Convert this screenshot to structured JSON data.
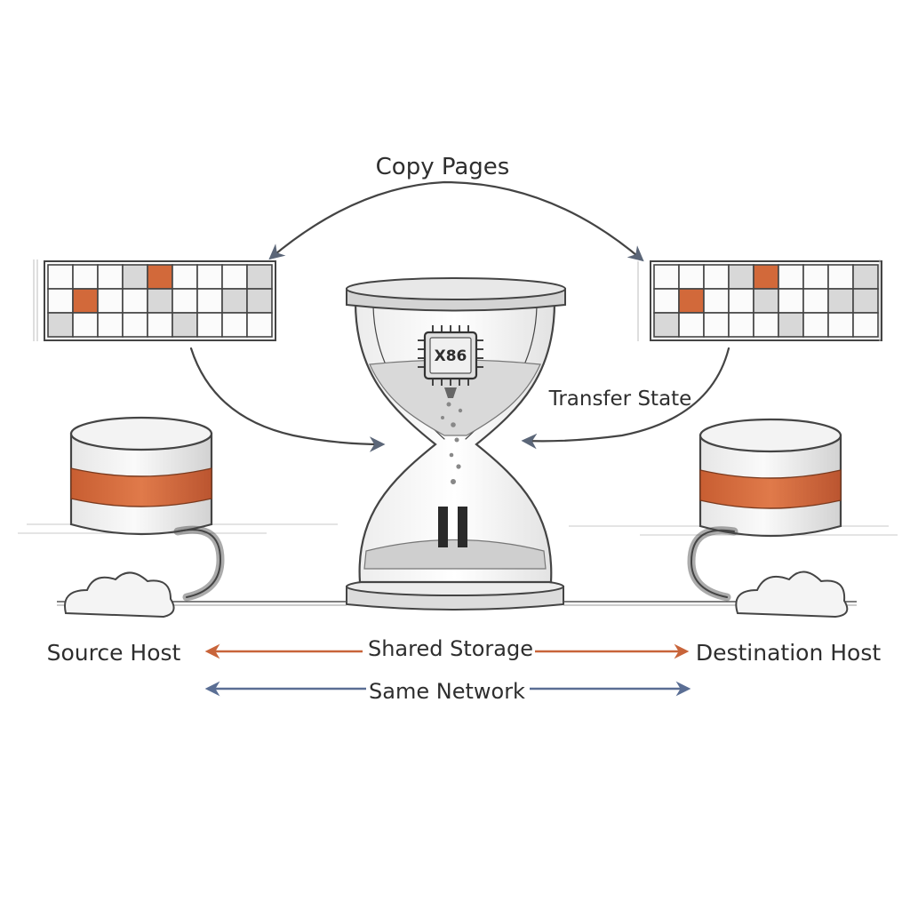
{
  "diagram": {
    "labels": {
      "copy_pages": "Copy Pages",
      "transfer_state": "Transfer State",
      "cpu": "X86",
      "source_host": "Source Host",
      "destination_host": "Destination Host",
      "shared_storage": "Shared Storage",
      "same_network": "Same Network"
    },
    "memory_grid_source": {
      "rows": 3,
      "cols": 9,
      "highlighted": [
        [
          0,
          4
        ],
        [
          1,
          1
        ]
      ]
    },
    "memory_grid_destination": {
      "rows": 3,
      "cols": 9,
      "highlighted": [
        [
          0,
          4
        ],
        [
          1,
          1
        ]
      ]
    },
    "colors": {
      "accent_orange": "#d2693a",
      "network_blue": "#5a6e94",
      "ink": "#444444",
      "shade": "#d8d8d8"
    }
  }
}
